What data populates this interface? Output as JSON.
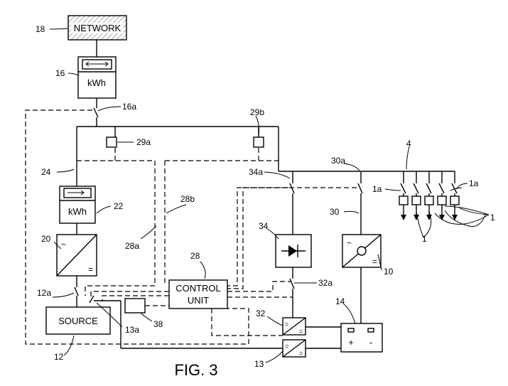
{
  "figure": {
    "caption": "FIG. 3"
  },
  "blocks": {
    "network": "NETWORK",
    "meter_16": "kWh",
    "meter_22": "kWh",
    "source": "SOURCE",
    "control_line1": "CONTROL",
    "control_line2": "UNIT",
    "battery_plus": "+",
    "battery_minus": "-"
  },
  "refs": {
    "r18": "18",
    "r16": "16",
    "r16a": "16a",
    "r29b": "29b",
    "r29a": "29a",
    "r4": "4",
    "r30a": "30a",
    "r34a": "34a",
    "r24": "24",
    "r1a_left": "1a",
    "r1a_right": "1a",
    "r28b": "28b",
    "r22": "22",
    "r30": "30",
    "r1_a": "1",
    "r1_b": "1",
    "r34": "34",
    "r28a": "28a",
    "r20": "20",
    "r28": "28",
    "r10": "10",
    "r12a": "12a",
    "r32a": "32a",
    "r14": "14",
    "r38": "38",
    "r13a": "13a",
    "r32": "32",
    "r12": "12",
    "r13": "13"
  }
}
